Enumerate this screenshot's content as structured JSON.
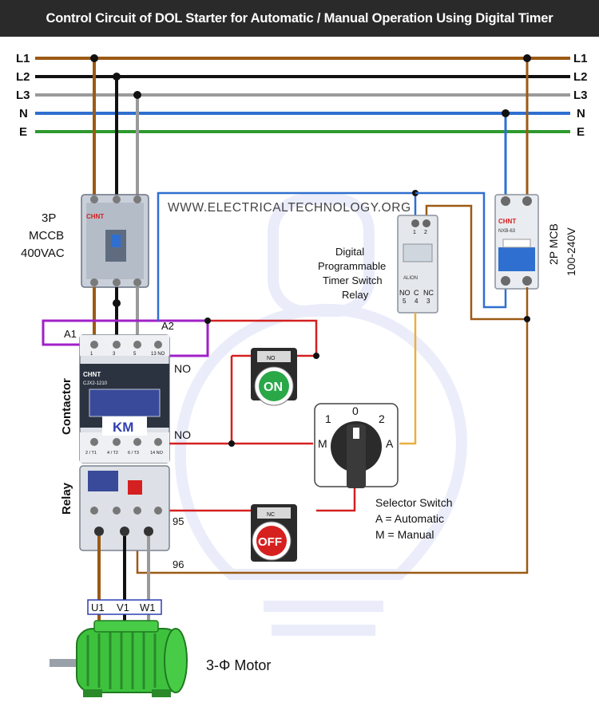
{
  "title": "Control Circuit of  DOL Starter for Automatic / Manual Operation Using Digital Timer",
  "watermark": "WWW.ELECTRICALTECHNOLOGY.ORG",
  "bus_labels": {
    "l1": "L1",
    "l2": "L2",
    "l3": "L3",
    "n": "N",
    "e": "E"
  },
  "mccb": {
    "line1": "3P",
    "line2": "MCCB",
    "line3": "400VAC",
    "brand": "CHNT"
  },
  "mcb": {
    "line1": "2P MCB",
    "line2": "100-240V",
    "brand": "CHNT",
    "model": "NXB-63"
  },
  "timer": {
    "line1": "Digital",
    "line2": "Programmable",
    "line3": "Timer Switch",
    "line4": "Relay",
    "terminals_top": [
      "1",
      "2"
    ],
    "terminals_bottom_labels": [
      "NO",
      "C",
      "NC"
    ],
    "terminals_bottom_nums": [
      "5",
      "4",
      "3"
    ],
    "brand": "ALION"
  },
  "contactor": {
    "label": "Contactor",
    "badge": "KM",
    "brand": "CHNT",
    "model": "CJX2-1210",
    "a1": "A1",
    "a2": "A2",
    "no_top": "NO",
    "no_bottom": "NO",
    "top_terminals": [
      "1",
      "3",
      "5",
      "13 NO"
    ],
    "bottom_terminals": [
      "2 / T1",
      "4 / T2",
      "6 / T3",
      "14 NO"
    ]
  },
  "relay": {
    "label": "Relay",
    "t95": "95",
    "t96": "96"
  },
  "on_button": {
    "label": "ON",
    "contact": "NO"
  },
  "off_button": {
    "label": "OFF",
    "contact": "NC"
  },
  "selector": {
    "positions": [
      "1",
      "0",
      "2"
    ],
    "left": "M",
    "right": "A",
    "desc_title": "Selector Switch",
    "desc_a": "A = Automatic",
    "desc_m": "M = Manual"
  },
  "motor": {
    "terminals": [
      "U1",
      "V1",
      "W1"
    ],
    "label": "3-Φ Motor"
  },
  "colors": {
    "l1": "#9c5a14",
    "l2": "#111111",
    "l3": "#9a9a9a",
    "n": "#2f6fd0",
    "e": "#2e9a2e",
    "control_red": "#d42020",
    "a1_purple": "#a020c8",
    "timer_yellow": "#e8b040",
    "motor_green": "#3ec23e"
  }
}
